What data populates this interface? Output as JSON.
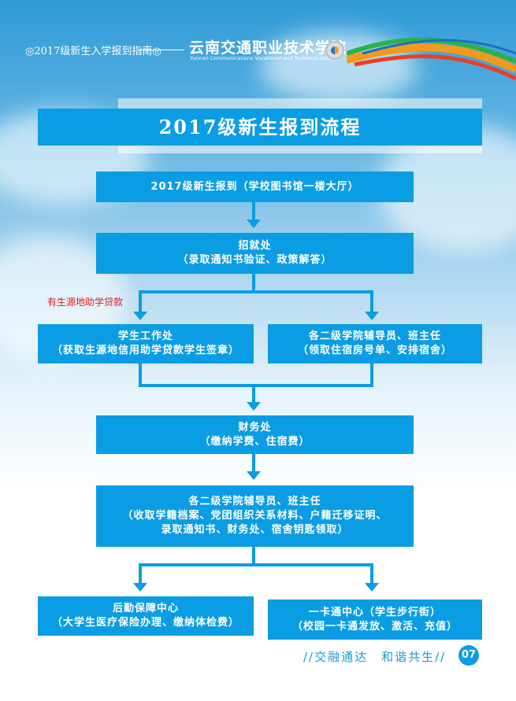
{
  "header": {
    "guide_title": "◎2017级新生入学报到指南◎",
    "college_cn": "云南交通职业技术学院",
    "college_en": "Yunnan Communications Vocational and Technical College"
  },
  "title": "2017级新生报到流程",
  "steps": {
    "s1": [
      "2017级新生报到（学校图书馆一楼大厅）"
    ],
    "s2": [
      "招就处",
      "（录取通知书验证、政策解答）"
    ],
    "branch_label": "有生源地助学贷款",
    "s3l": [
      "学生工作处",
      "（获取生源地信用助学贷款学生签章）"
    ],
    "s3r": [
      "各二级学院辅导员、班主任",
      "（领取住宿房号单、安排宿舍）"
    ],
    "s4": [
      "财务处",
      "（缴纳学费、住宿费）"
    ],
    "s5": [
      "各二级学院辅导员、班主任",
      "（收取学籍档案、党团组织关系材料、户籍迁移证明、",
      "录取通知书、财务处、宿舍钥匙领取）"
    ],
    "s6l": [
      "后勤保障中心",
      "（大学生医疗保险办理、缴纳体检费）"
    ],
    "s6r": [
      "一卡通中心（学生步行街）",
      "（校园一卡通发放、激活、充值）"
    ]
  },
  "footer": {
    "slogan": "//交融通达　和谐共生//",
    "page": "07"
  }
}
